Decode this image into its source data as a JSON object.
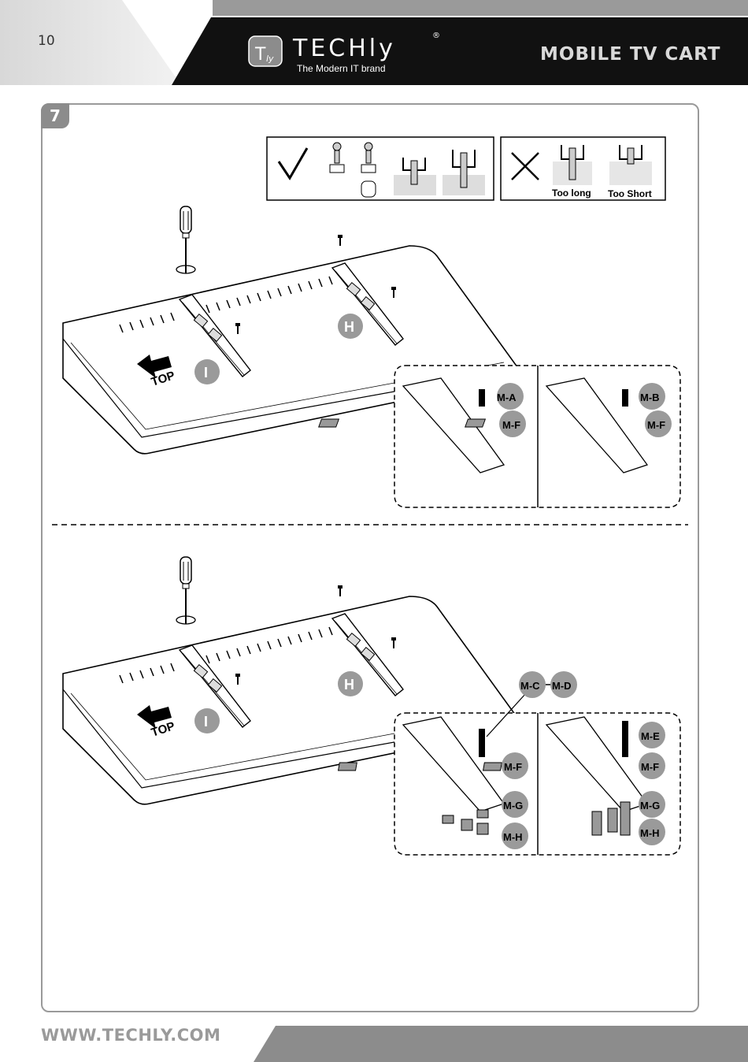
{
  "header": {
    "page_number": "10",
    "brand_name": "TECHly",
    "brand_registered": "®",
    "brand_tagline": "The Modern IT brand",
    "document_title": "MOBILE TV CART"
  },
  "step": {
    "number": "7",
    "wrong_screw_labels": [
      "Too long",
      "Too Short"
    ],
    "top_label": "TOP",
    "bracket_labels": [
      "H",
      "I"
    ],
    "part_labels_top": [
      "M-A",
      "M-F",
      "M-B",
      "M-F"
    ],
    "part_labels_bottom": [
      "M-C",
      "M-D",
      "M-F",
      "M-G",
      "M-H",
      "M-E",
      "M-F",
      "M-G",
      "M-H"
    ]
  },
  "footer": {
    "url": "WWW.TECHLY.COM"
  },
  "colors": {
    "header_black": "#111111",
    "accent_grey": "#8c8c8c",
    "badge_grey": "#9a9a9a"
  }
}
